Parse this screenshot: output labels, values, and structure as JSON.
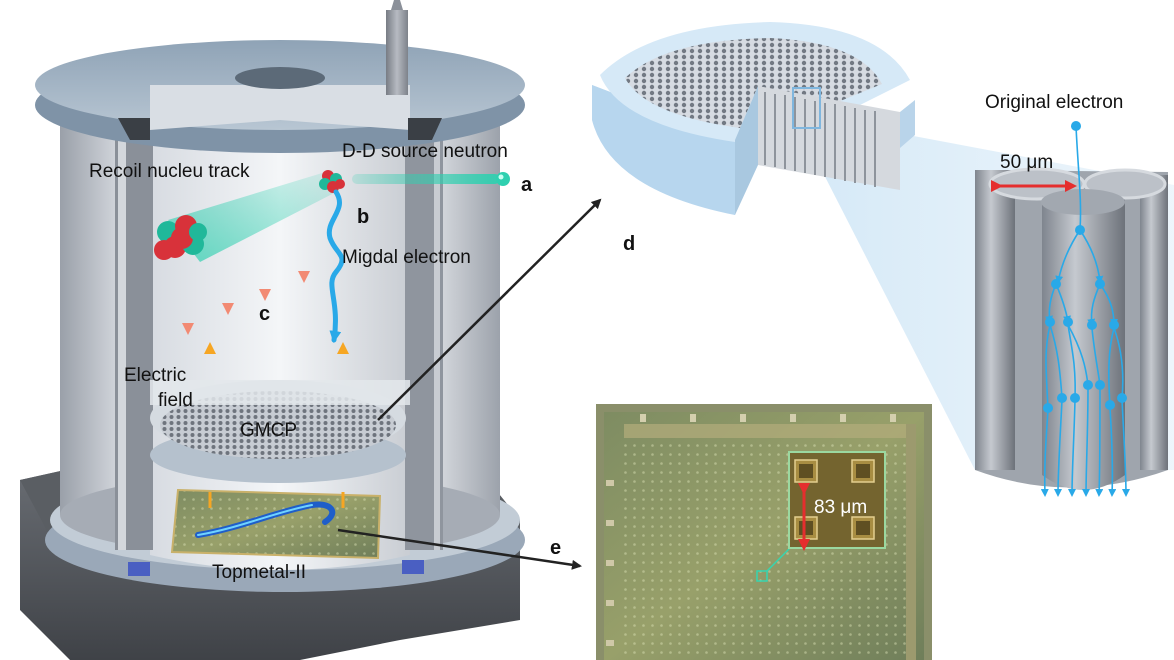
{
  "labels": {
    "recoil": "Recoil nucleu track",
    "dd_source": "D-D source neutron",
    "migdal": "Migdal electron",
    "electric_1": "Electric",
    "electric_2": "field",
    "gmcp": "GMCP",
    "topmetal": "Topmetal-II",
    "original": "Original electron",
    "width_50": "50 μm",
    "width_83": "83 μm"
  },
  "panels": {
    "a": "a",
    "b": "b",
    "c": "c",
    "d": "d",
    "e": "e"
  },
  "colors": {
    "chamber": "#b9bec6",
    "neutron": "#2fd0b0",
    "electron": "#29a9e8",
    "field_down": "#f28a73",
    "field_up": "#f6a623",
    "scale_arrow": "#e52e2e",
    "chip": "#8c9560"
  }
}
